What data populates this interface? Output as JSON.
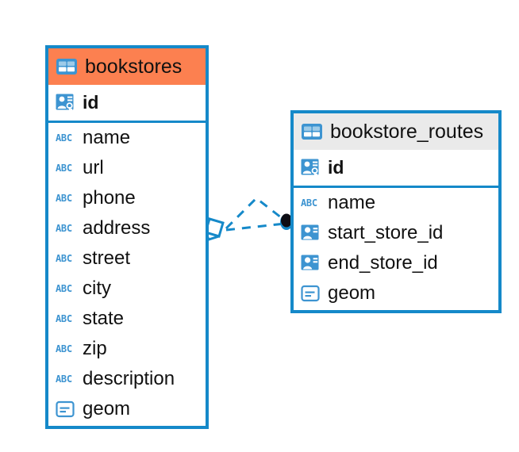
{
  "diagram": {
    "type": "entity-relationship-diagram",
    "background": "#ffffff",
    "accent_border": "#1589c9",
    "icon_blue": "#3d94d1",
    "text_color": "#111111"
  },
  "tables": [
    {
      "name": "bookstores",
      "header_color": "#fc8050",
      "table_icon": "table-icon",
      "primary_key": {
        "label": "id",
        "icon": "primary-key-icon"
      },
      "fields": [
        {
          "label": "name",
          "icon": "text-type-icon"
        },
        {
          "label": "url",
          "icon": "text-type-icon"
        },
        {
          "label": "phone",
          "icon": "text-type-icon"
        },
        {
          "label": "address",
          "icon": "text-type-icon"
        },
        {
          "label": "street",
          "icon": "text-type-icon"
        },
        {
          "label": "city",
          "icon": "text-type-icon"
        },
        {
          "label": "state",
          "icon": "text-type-icon"
        },
        {
          "label": "zip",
          "icon": "text-type-icon"
        },
        {
          "label": "description",
          "icon": "text-type-icon"
        },
        {
          "label": "geom",
          "icon": "geometry-type-icon"
        }
      ]
    },
    {
      "name": "bookstore_routes",
      "header_color": "#eaeaea",
      "table_icon": "table-icon",
      "primary_key": {
        "label": "id",
        "icon": "primary-key-icon"
      },
      "fields": [
        {
          "label": "name",
          "icon": "text-type-icon"
        },
        {
          "label": "start_store_id",
          "icon": "foreign-key-icon"
        },
        {
          "label": "end_store_id",
          "icon": "foreign-key-icon"
        },
        {
          "label": "geom",
          "icon": "geometry-type-icon"
        }
      ]
    }
  ],
  "relationship": {
    "style": "dashed",
    "color": "#1589c9",
    "source_table": "bookstores",
    "target_table": "bookstore_routes",
    "source_marker": "zero-or-one-diamond-marker",
    "target_marker": "many-filled-circle-marker"
  }
}
